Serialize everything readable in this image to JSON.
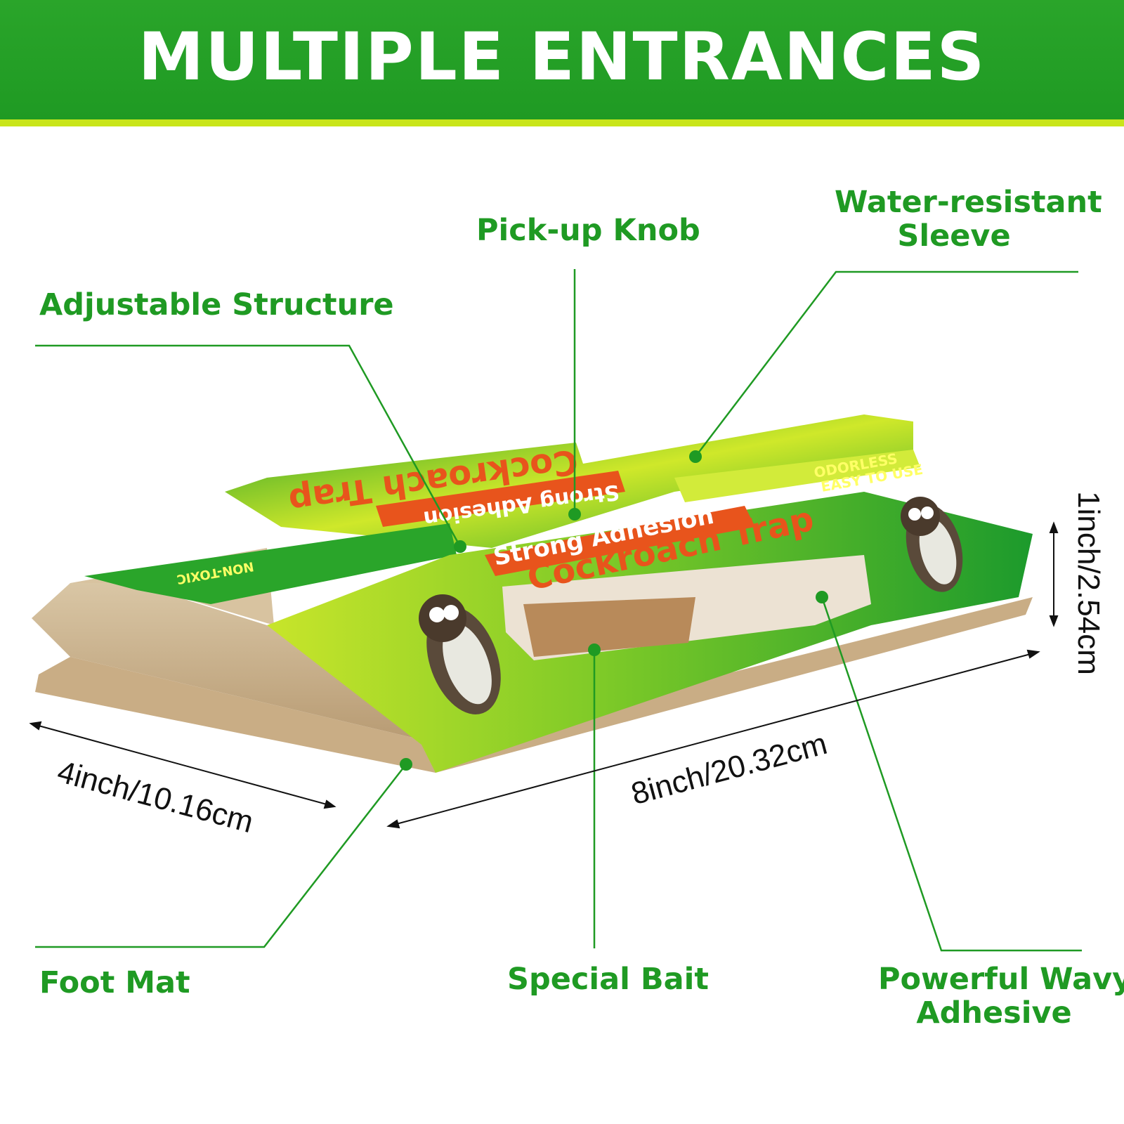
{
  "banner": {
    "title": "MULTIPLE ENTRANCES"
  },
  "callouts": {
    "pickup_knob": "Pick-up Knob",
    "water_resistant_line1": "Water-resistant",
    "water_resistant_line2": "Sleeve",
    "adjustable_structure": "Adjustable Structure",
    "foot_mat": "Foot Mat",
    "special_bait": "Special Bait",
    "wavy_adhesive_line1": "Powerful Wavy",
    "wavy_adhesive_line2": "Adhesive"
  },
  "dimensions": {
    "width": "4inch/10.16cm",
    "length": "8inch/20.32cm",
    "height": "1inch/2.54cm"
  },
  "trap_print": {
    "brand_title": "Cockroach Trap",
    "tagline": "Strong Adhesion",
    "features_a": "ODORLESS",
    "features_b": "EASY TO USE",
    "features_c": "NON-TOXIC"
  },
  "colors": {
    "brand_green": "#1f9a23",
    "accent_lime": "#c9e51a",
    "banner_text": "#ffffff",
    "tag_orange": "#e8541c"
  }
}
